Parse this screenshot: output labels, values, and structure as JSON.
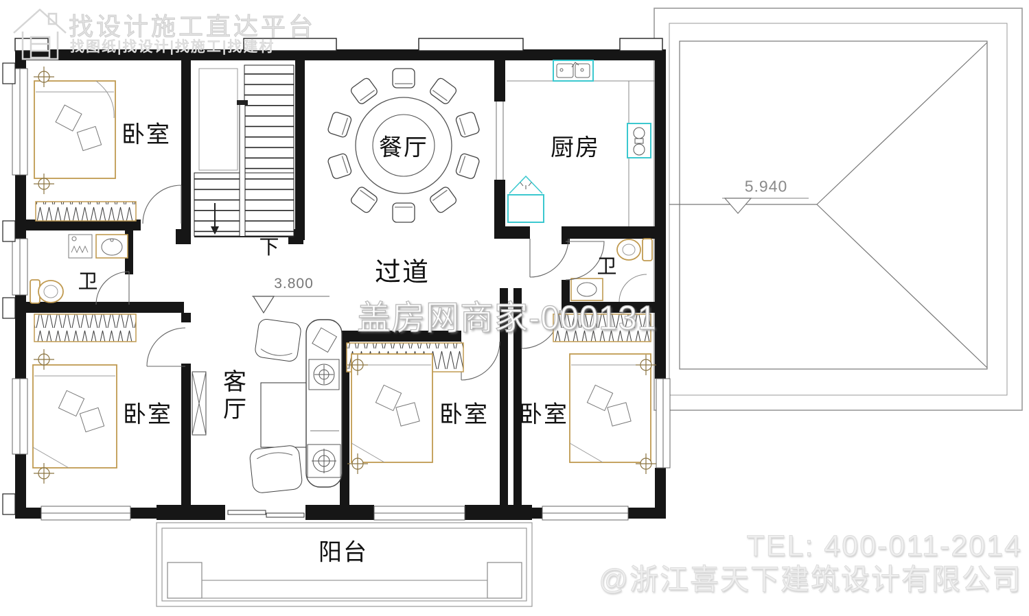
{
  "logo": {
    "title": "找设计施工直达平台",
    "subtitle": "找图纸|找设计|找施工|找建材"
  },
  "floor_plan": {
    "rooms": {
      "bedroom_top_left": "卧室",
      "dining": "餐厅",
      "kitchen": "厨房",
      "bath_left": "卫",
      "bath_right": "卫",
      "corridor": "过道",
      "living": "客厅",
      "bedroom_bottom_left": "卧室",
      "bedroom_bottom_middle": "卧室",
      "bedroom_bottom_right": "卧室",
      "balcony": "阳台",
      "stairs_down": "下"
    },
    "elevations": {
      "floor": "3.800",
      "roof": "5.940"
    }
  },
  "watermarks": {
    "center": "盖房网商家-000131"
  },
  "contact": {
    "tel": "TEL: 400-011-2014",
    "company": "@浙江喜天下建筑设计有限公司"
  },
  "colors": {
    "wall": "#161616",
    "furniture_tan": "#c09a50",
    "fixture_cyan": "#3bc8cf",
    "roof_gray": "#9a9a9a",
    "watermark_gray": "#dedede"
  }
}
